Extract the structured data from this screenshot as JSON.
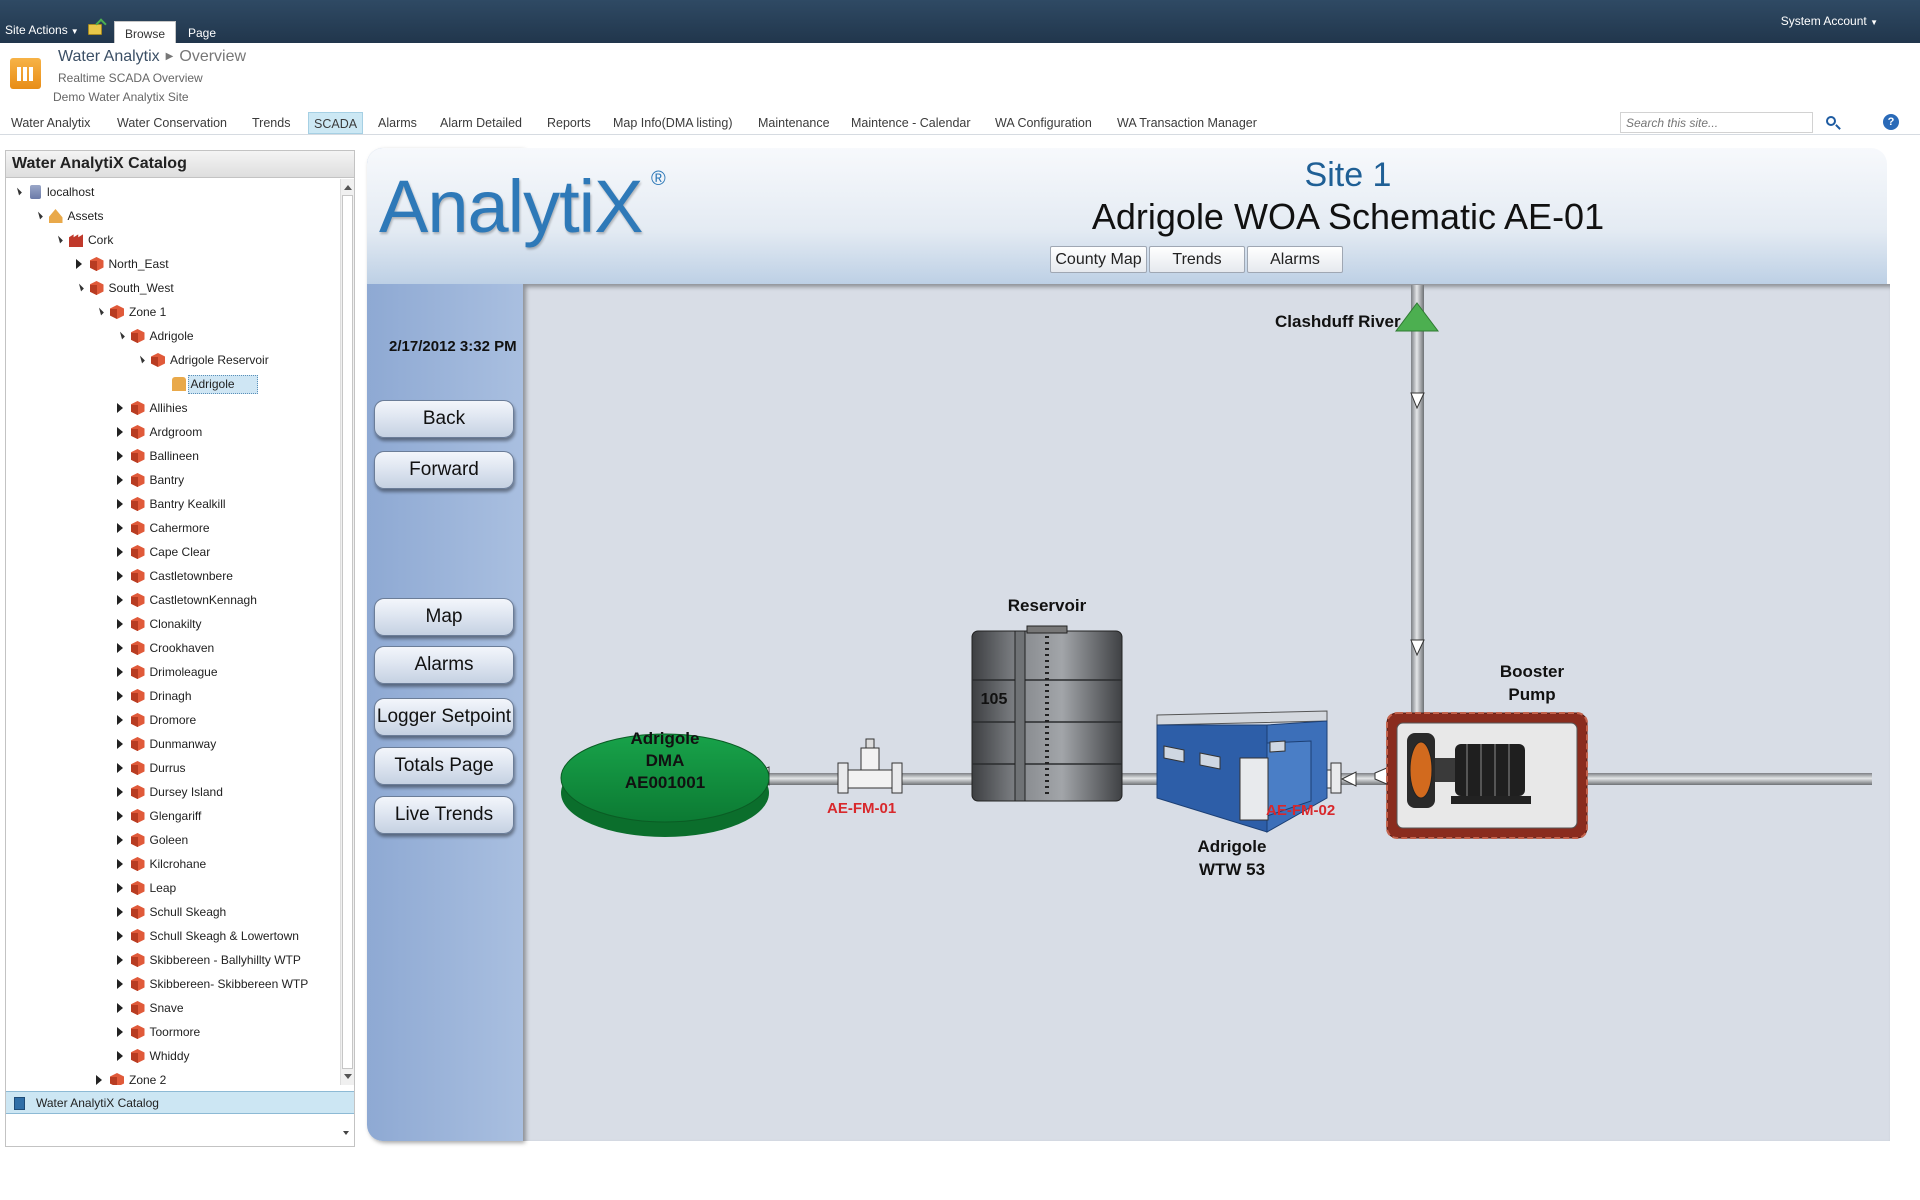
{
  "ribbon": {
    "site_actions": "Site Actions",
    "tabs": [
      "Browse",
      "Page"
    ],
    "account": "System Account"
  },
  "title_area": {
    "site_name": "Water Analytix",
    "page_name": "Overview",
    "subtitle": "Realtime SCADA Overview",
    "description": "Demo Water Analytix Site"
  },
  "nav": {
    "items": [
      "Water Analytix",
      "Water Conservation",
      "Trends",
      "SCADA",
      "Alarms",
      "Alarm Detailed",
      "Reports",
      "Map Info(DMA listing)",
      "Maintenance",
      "Maintence - Calendar",
      "WA Configuration",
      "WA Transaction Manager"
    ],
    "selected": "SCADA",
    "search_placeholder": "Search this site...",
    "help": "?"
  },
  "catalog": {
    "title": "Water AnalytiX Catalog",
    "footer": "Water AnalytiX Catalog",
    "tree": [
      {
        "label": "localhost",
        "level": 0,
        "state": "expanded",
        "icon": "server-icon"
      },
      {
        "label": "Assets",
        "level": 1,
        "state": "expanded",
        "icon": "assets-icon"
      },
      {
        "label": "Cork",
        "level": 2,
        "state": "expanded",
        "icon": "factory-icon"
      },
      {
        "label": "North_East",
        "level": 3,
        "state": "collapsed",
        "icon": "asset-icon"
      },
      {
        "label": "South_West",
        "level": 3,
        "state": "expanded",
        "icon": "asset-icon"
      },
      {
        "label": "Zone 1",
        "level": 4,
        "state": "expanded",
        "icon": "asset-icon"
      },
      {
        "label": "Adrigole",
        "level": 5,
        "state": "expanded",
        "icon": "asset-icon"
      },
      {
        "label": "Adrigole Reservoir",
        "level": 6,
        "state": "expanded",
        "icon": "asset-icon"
      },
      {
        "label": "Adrigole",
        "level": 7,
        "state": "leaf",
        "icon": "people-icon",
        "selected": true
      },
      {
        "label": "Allihies",
        "level": 5,
        "state": "collapsed",
        "icon": "asset-icon"
      },
      {
        "label": "Ardgroom",
        "level": 5,
        "state": "collapsed",
        "icon": "asset-icon"
      },
      {
        "label": "Ballineen",
        "level": 5,
        "state": "collapsed",
        "icon": "asset-icon"
      },
      {
        "label": "Bantry",
        "level": 5,
        "state": "collapsed",
        "icon": "asset-icon"
      },
      {
        "label": "Bantry Kealkill",
        "level": 5,
        "state": "collapsed",
        "icon": "asset-icon"
      },
      {
        "label": "Cahermore",
        "level": 5,
        "state": "collapsed",
        "icon": "asset-icon"
      },
      {
        "label": "Cape Clear",
        "level": 5,
        "state": "collapsed",
        "icon": "asset-icon"
      },
      {
        "label": "Castletownbere",
        "level": 5,
        "state": "collapsed",
        "icon": "asset-icon"
      },
      {
        "label": "CastletownKennagh",
        "level": 5,
        "state": "collapsed",
        "icon": "asset-icon"
      },
      {
        "label": "Clonakilty",
        "level": 5,
        "state": "collapsed",
        "icon": "asset-icon"
      },
      {
        "label": "Crookhaven",
        "level": 5,
        "state": "collapsed",
        "icon": "asset-icon"
      },
      {
        "label": "Drimoleague",
        "level": 5,
        "state": "collapsed",
        "icon": "asset-icon"
      },
      {
        "label": "Drinagh",
        "level": 5,
        "state": "collapsed",
        "icon": "asset-icon"
      },
      {
        "label": "Dromore",
        "level": 5,
        "state": "collapsed",
        "icon": "asset-icon"
      },
      {
        "label": "Dunmanway",
        "level": 5,
        "state": "collapsed",
        "icon": "asset-icon"
      },
      {
        "label": "Durrus",
        "level": 5,
        "state": "collapsed",
        "icon": "asset-icon"
      },
      {
        "label": "Dursey Island",
        "level": 5,
        "state": "collapsed",
        "icon": "asset-icon"
      },
      {
        "label": "Glengariff",
        "level": 5,
        "state": "collapsed",
        "icon": "asset-icon"
      },
      {
        "label": "Goleen",
        "level": 5,
        "state": "collapsed",
        "icon": "asset-icon"
      },
      {
        "label": "Kilcrohane",
        "level": 5,
        "state": "collapsed",
        "icon": "asset-icon"
      },
      {
        "label": "Leap",
        "level": 5,
        "state": "collapsed",
        "icon": "asset-icon"
      },
      {
        "label": "Schull Skeagh",
        "level": 5,
        "state": "collapsed",
        "icon": "asset-icon"
      },
      {
        "label": "Schull Skeagh & Lowertown",
        "level": 5,
        "state": "collapsed",
        "icon": "asset-icon"
      },
      {
        "label": "Skibbereen - Ballyhillty WTP",
        "level": 5,
        "state": "collapsed",
        "icon": "asset-icon"
      },
      {
        "label": "Skibbereen- Skibbereen WTP",
        "level": 5,
        "state": "collapsed",
        "icon": "asset-icon"
      },
      {
        "label": "Snave",
        "level": 5,
        "state": "collapsed",
        "icon": "asset-icon"
      },
      {
        "label": "Toormore",
        "level": 5,
        "state": "collapsed",
        "icon": "asset-icon"
      },
      {
        "label": "Whiddy",
        "level": 5,
        "state": "collapsed",
        "icon": "asset-icon"
      },
      {
        "label": "Zone 2",
        "level": 4,
        "state": "collapsed",
        "icon": "asset-icon"
      }
    ]
  },
  "scada": {
    "logo": "AnalytiX",
    "logo_reg": "®",
    "site_title": "Site 1",
    "schematic_title": "Adrigole WOA Schematic AE-01",
    "header_buttons": [
      "County Map",
      "Trends",
      "Alarms"
    ],
    "timestamp": "2/17/2012 3:32 PM",
    "nav_buttons_top": [
      "Back",
      "Forward"
    ],
    "nav_buttons_bottom": [
      "Map",
      "Alarms",
      "Logger Setpoint",
      "Totals Page",
      "Live Trends"
    ],
    "labels": {
      "river": "Clashduff River",
      "reservoir": "Reservoir",
      "reservoir_level": "105",
      "dma_line1": "Adrigole",
      "dma_line2": "DMA",
      "dma_line3": "AE001001",
      "fm1": "AE-FM-01",
      "fm2": "AE-FM-02",
      "wtw_line1": "Adrigole",
      "wtw_line2": "WTW 53",
      "pump_line1": "Booster",
      "pump_line2": "Pump"
    },
    "colors": {
      "dma_fill": "#0f8a3c",
      "flowmeter_label": "#d8282c",
      "river_marker": "#4caf50",
      "building": "#2d5ea8"
    }
  }
}
